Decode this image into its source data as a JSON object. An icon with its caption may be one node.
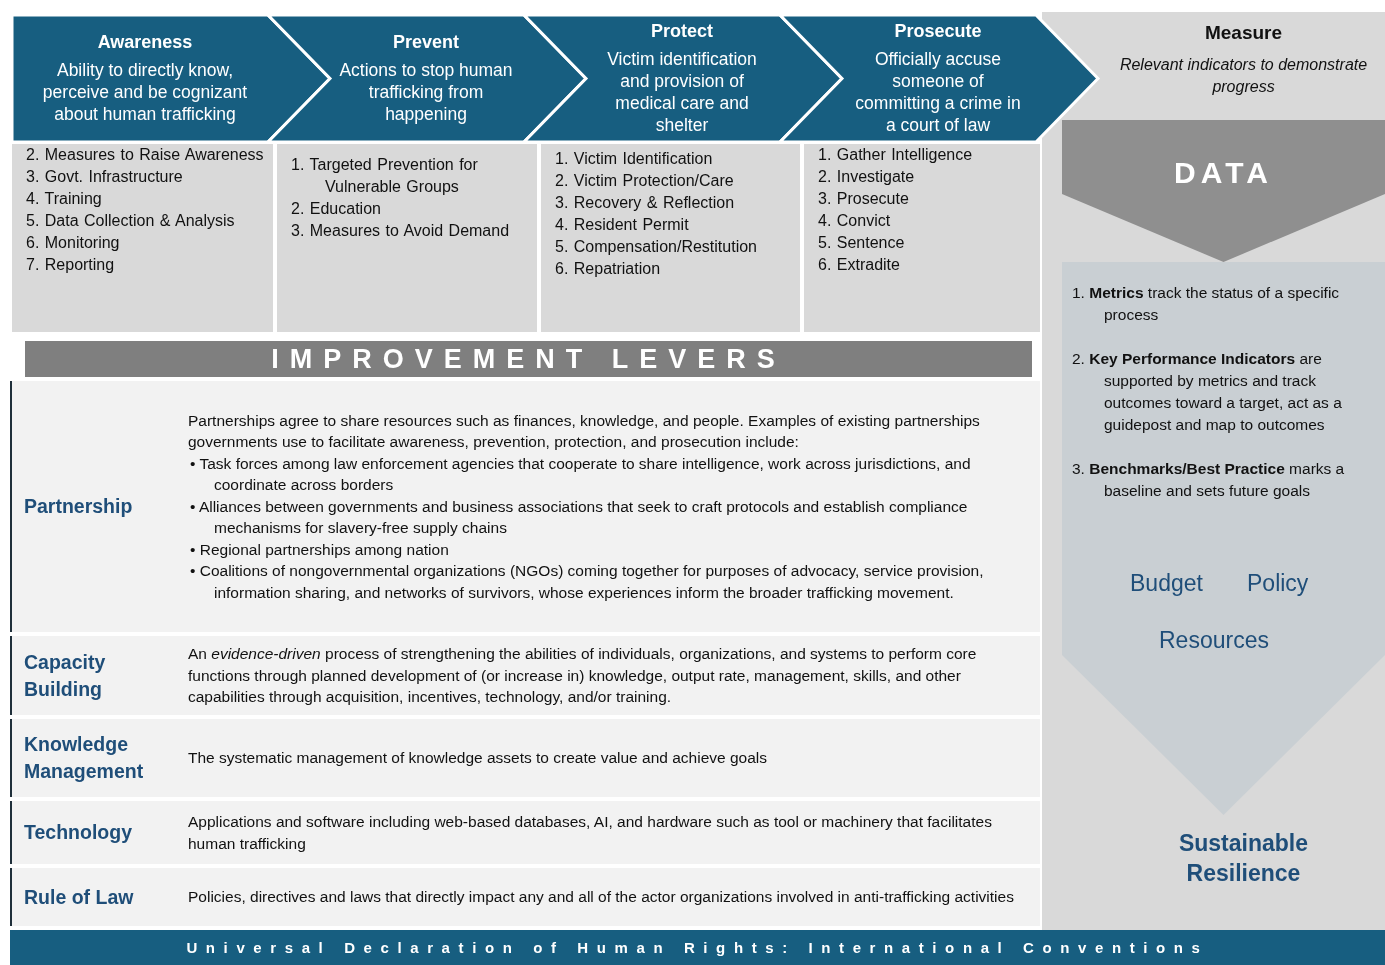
{
  "diagram": {
    "nodes": [
      {
        "text": [
          "Awareness",
          "Ability to directly know, perceive and be cognizant about human trafficking"
        ]
      },
      {
        "text": [
          "Prevent",
          "Actions to stop human trafficking from happening"
        ]
      },
      {
        "text": [
          "Protect",
          "Victim identification and provision of medical care and shelter"
        ]
      },
      {
        "text": [
          "Prosecute",
          "Officially accuse someone of committing a crime in a court of law"
        ]
      },
      {
        "text": [
          "Measure",
          "Relevant indicators to demonstrate progress",
          "Sustainable Resilience"
        ]
      },
      {
        "text": [
          "DATA"
        ],
        "in": 4
      },
      {
        "text": [
          "1. **Metrics** track the status of a specific process",
          "2. **Key Performance Indicators** are supported by metrics and track outcomes toward a target, act as a guidepost and map to outcomes",
          "3. **Benchmarks/Best Practice** marks a baseline and sets future goals",
          "Budget",
          "Policy",
          "Resources"
        ],
        "in": 4
      },
      {
        "text": [
          "2. Measures to Raise Awareness",
          "3. Govt. Infrastructure",
          "4. Training",
          "5. Data Collection & Analysis",
          "6. Monitoring",
          "7. Reporting"
        ]
      },
      {
        "text": [
          "1. Targeted Prevention for Vulnerable Groups",
          "2. Education",
          "3. Measures to Avoid Demand"
        ]
      },
      {
        "text": [
          "1. Victim Identification",
          "2. Victim Protection/Care",
          "3. Recovery & Reflection",
          "4. Resident Permit",
          "5. Compensation/Restitution",
          "6. Repatriation"
        ]
      },
      {
        "text": [
          "1. Gather Intelligence",
          "2. Investigate",
          "3. Prosecute",
          "4. Convict",
          "5. Sentence",
          "6. Extradite"
        ]
      },
      {
        "text": [
          "IMPROVEMENT LEVERS"
        ]
      },
      {
        "text": [
          "Partnership",
          "Partnerships agree to share resources such as finances, knowledge, and people. Examples of existing partnerships governments use to facilitate awareness, prevention, protection, and prosecution include:",
          "• Task forces among law enforcement agencies that cooperate to share intelligence, work across jurisdictions, and coordinate across borders",
          "• Alliances between governments and business associations that seek to craft protocols and establish compliance mechanisms for slavery-free supply chains",
          "• Regional partnerships among nation",
          "• Coalitions of nongovernmental organizations (NGOs) coming together for purposes of advocacy, service provision, information sharing, and networks of survivors, whose experiences inform the broader trafficking movement."
        ]
      },
      {
        "text": [
          "Capacity Building",
          "An *evidence-driven* process of strengthening the abilities of individuals, organizations, and systems to perform core functions through planned development of (or increase in) knowledge, output rate, management, skills, and other capabilities through acquisition, incentives, technology, and/or training."
        ]
      },
      {
        "text": [
          "Knowledge Management",
          "The systematic management of knowledge assets to create value and achieve goals"
        ]
      },
      {
        "text": [
          "Technology",
          "Applications and software including web-based databases, AI, and hardware such as tool or machinery that facilitates human trafficking"
        ]
      },
      {
        "text": [
          "Rule of Law",
          "Policies, directives and laws that directly impact any and all of the actor organizations involved in anti-trafficking activities"
        ]
      },
      {
        "text": [
          "Universal Declaration of Human Rights: International Conventions"
        ]
      }
    ]
  }
}
